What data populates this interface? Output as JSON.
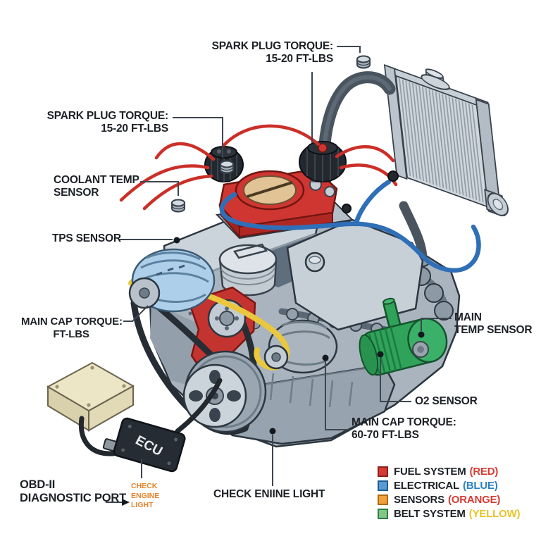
{
  "figure": {
    "callouts": {
      "spark_plug_torque_top": {
        "line1": "SPARK PLUG TORQUE:",
        "line2": "15-20 FT-LBS"
      },
      "spark_plug_torque_left": {
        "line1": "SPARK PLUG TORQUE:",
        "line2": "15-20 FT-LBS"
      },
      "coolant_temp_sensor": {
        "line1": "COOLANT TEMP",
        "line2": "SENSOR"
      },
      "tps_sensor": {
        "text": "TPS SENSOR"
      },
      "main_cap_torque_left": {
        "line1": "MAIN CAP TORQUE:",
        "line2": "FT-LBS"
      },
      "main_temp_sensor": {
        "line1": "MAIN",
        "line2": "TEMP SENSOR"
      },
      "o2_sensor": {
        "text": "O2 SENSOR"
      },
      "main_cap_torque_right": {
        "line1": "MAIN CAP TORQUE:",
        "line2": "60-70 FT-LBS"
      },
      "check_engine_light_center": {
        "text": "CHECK ENIINE LIGHT"
      },
      "obd_port": {
        "line1": "OBD-II",
        "line2": "DIAGNOSTIC PORT"
      },
      "check_engine_light_small": {
        "line1": "CHECK",
        "line2": "ENGINE",
        "line3": "LIGHT"
      },
      "ecu_label": "ECU"
    },
    "legend": {
      "items": [
        {
          "label": "FUEL SYSTEM",
          "paren": "(RED)",
          "swatch": "#d63b33",
          "swatch_border": "#8e1f1a",
          "paren_color": "#d63b33"
        },
        {
          "label": "ELECTRICAL",
          "paren": "(BLUE)",
          "swatch": "#5b9bd5",
          "swatch_border": "#1f5d8f",
          "paren_color": "#2b7fc2"
        },
        {
          "label": "SENSORS",
          "paren": "(ORANGE)",
          "swatch": "#f0a23c",
          "swatch_border": "#b06a10",
          "paren_color": "#d63b33"
        },
        {
          "label": "BELT SYSTEM",
          "paren": "(YELLOW)",
          "swatch": "#82c785",
          "swatch_border": "#2e7d44",
          "paren_color": "#e7c428"
        }
      ]
    },
    "colors": {
      "fuel_system_red": "#cf3631",
      "electrical_blue": "#2e6fb7",
      "sensor_orange": "#e5832b",
      "belt_yellow": "#eac73c",
      "starter_green": "#2fa35a"
    }
  }
}
